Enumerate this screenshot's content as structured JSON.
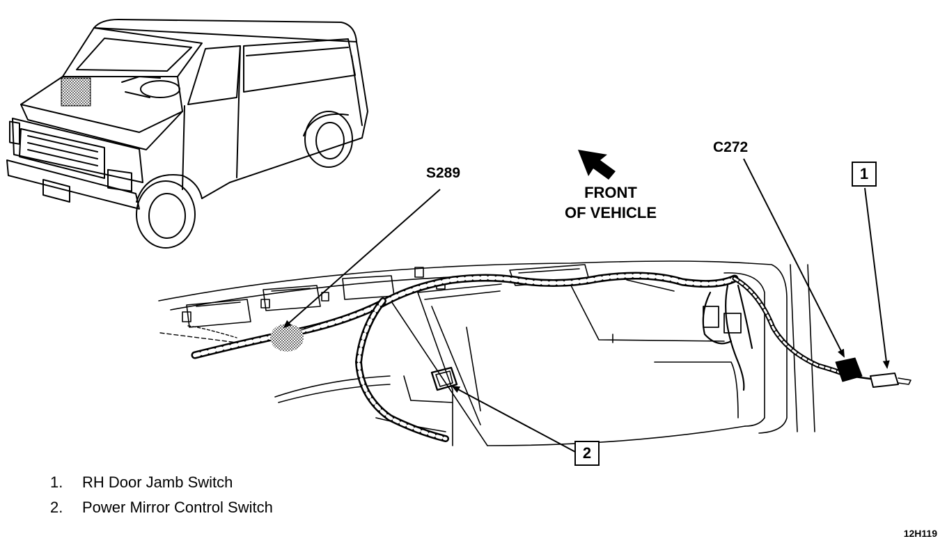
{
  "callouts": {
    "splice": "S289",
    "connector": "C272",
    "item_1": "1",
    "item_2": "2"
  },
  "front_label": {
    "line1": "FRONT",
    "line2": "OF VEHICLE"
  },
  "legend": [
    {
      "num": "1.",
      "text": "RH Door Jamb Switch"
    },
    {
      "num": "2.",
      "text": "Power Mirror Control Switch"
    }
  ],
  "figure_id": "12H119",
  "colors": {
    "ink": "#000000",
    "background": "#ffffff",
    "shade": "#9a9a9a"
  }
}
